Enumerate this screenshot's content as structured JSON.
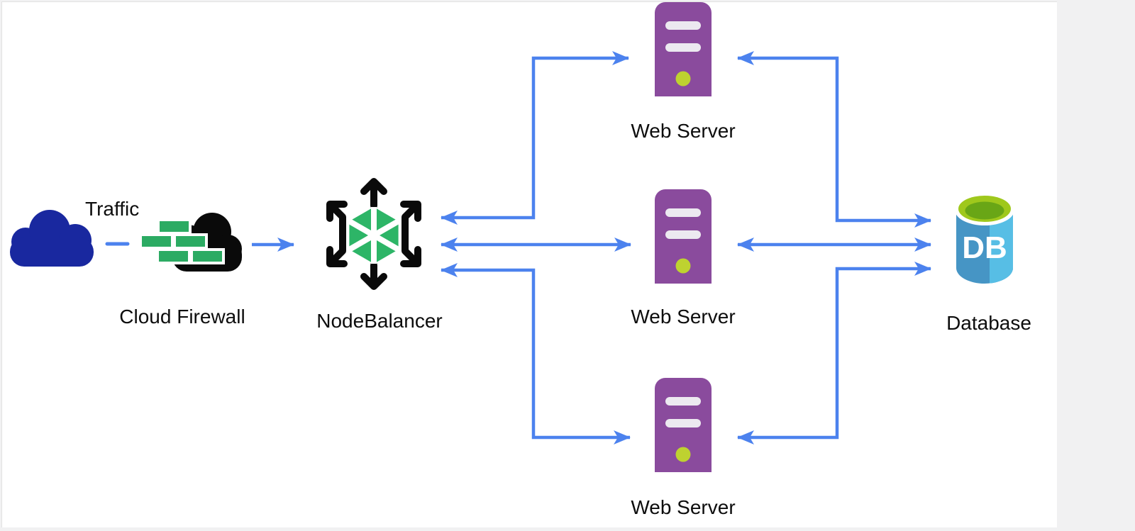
{
  "page": {
    "background": "#f1f1f2",
    "canvas_background": "#ffffff"
  },
  "diagram": {
    "nodes": [
      {
        "id": "traffic",
        "label": "Traffic",
        "icon": "cloud-icon"
      },
      {
        "id": "cloud-firewall",
        "label": "Cloud Firewall",
        "icon": "firewall-brick-cloud-icon"
      },
      {
        "id": "nodebalancer",
        "label": "NodeBalancer",
        "icon": "hexagon-arrows-icon"
      },
      {
        "id": "web-server-1",
        "label": "Web Server",
        "icon": "server-tower-icon"
      },
      {
        "id": "web-server-2",
        "label": "Web Server",
        "icon": "server-tower-icon"
      },
      {
        "id": "web-server-3",
        "label": "Web Server",
        "icon": "server-tower-icon"
      },
      {
        "id": "database",
        "label": "Database",
        "badge": "DB",
        "icon": "database-cylinder-icon"
      }
    ],
    "links": [
      {
        "from": "traffic",
        "to": "cloud-firewall",
        "style": "dashed",
        "heads": "none"
      },
      {
        "from": "cloud-firewall",
        "to": "nodebalancer",
        "style": "solid",
        "heads": "end"
      },
      {
        "from": "nodebalancer",
        "to": "web-server-1",
        "style": "solid",
        "heads": "both"
      },
      {
        "from": "nodebalancer",
        "to": "web-server-2",
        "style": "solid",
        "heads": "both"
      },
      {
        "from": "nodebalancer",
        "to": "web-server-3",
        "style": "solid",
        "heads": "both"
      },
      {
        "from": "web-server-1",
        "to": "database",
        "style": "solid",
        "heads": "both"
      },
      {
        "from": "web-server-2",
        "to": "database",
        "style": "solid",
        "heads": "both"
      },
      {
        "from": "web-server-3",
        "to": "database",
        "style": "solid",
        "heads": "both"
      }
    ]
  },
  "colors": {
    "page_bg": "#f1f1f2",
    "canvas_bg": "#ffffff",
    "label": "#0d0d0d",
    "arrow": "#4c82ee",
    "traffic_cloud": "#19289f",
    "ink": "#0a0a0a",
    "brick_green": "#2cab63",
    "nb_green": "#2db567",
    "server_purple": "#8a4b9d",
    "server_slot": "#ece9f0",
    "server_led": "#bed230",
    "db_body": "#4695c5",
    "db_body_light": "#57bee5",
    "db_top_outer": "#9fc81c",
    "db_top_inner": "#69a616"
  }
}
